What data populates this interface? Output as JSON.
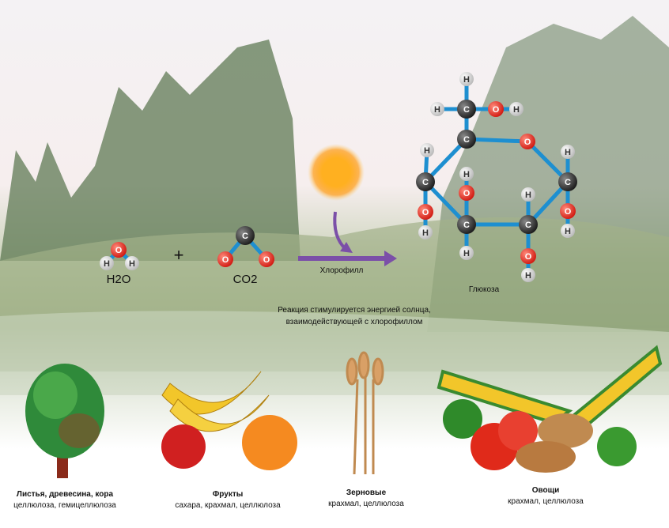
{
  "reaction": {
    "water_label": "H2O",
    "plus": "+",
    "co2_label": "CO2",
    "chlorophyll_label": "Хлорофилл",
    "glucose_label": "Глюкоза",
    "note_line1": "Реакция стимулируется энергией солнца,",
    "note_line2": "взаимодействующей с хлорофиллом"
  },
  "atoms": {
    "carbon": "C",
    "oxygen": "O",
    "hydrogen": "H"
  },
  "colors": {
    "carbon": "#2a2a2a",
    "oxygen": "#e8302a",
    "hydrogen": "#e6e6e6",
    "bond": "#1e8fd0",
    "arrow": "#7b4fa8",
    "sun": "#ffb020"
  },
  "sources": [
    {
      "title": "Листья, древесина, кора",
      "contents": "целлюлоза, гемицеллюлоза"
    },
    {
      "title": "Фрукты",
      "contents": "сахара, крахмал, целлюлоза"
    },
    {
      "title": "Зерновые",
      "contents": "крахмал, целлюлоза"
    },
    {
      "title": "Овощи",
      "contents": "крахмал, целлюлоза"
    }
  ]
}
